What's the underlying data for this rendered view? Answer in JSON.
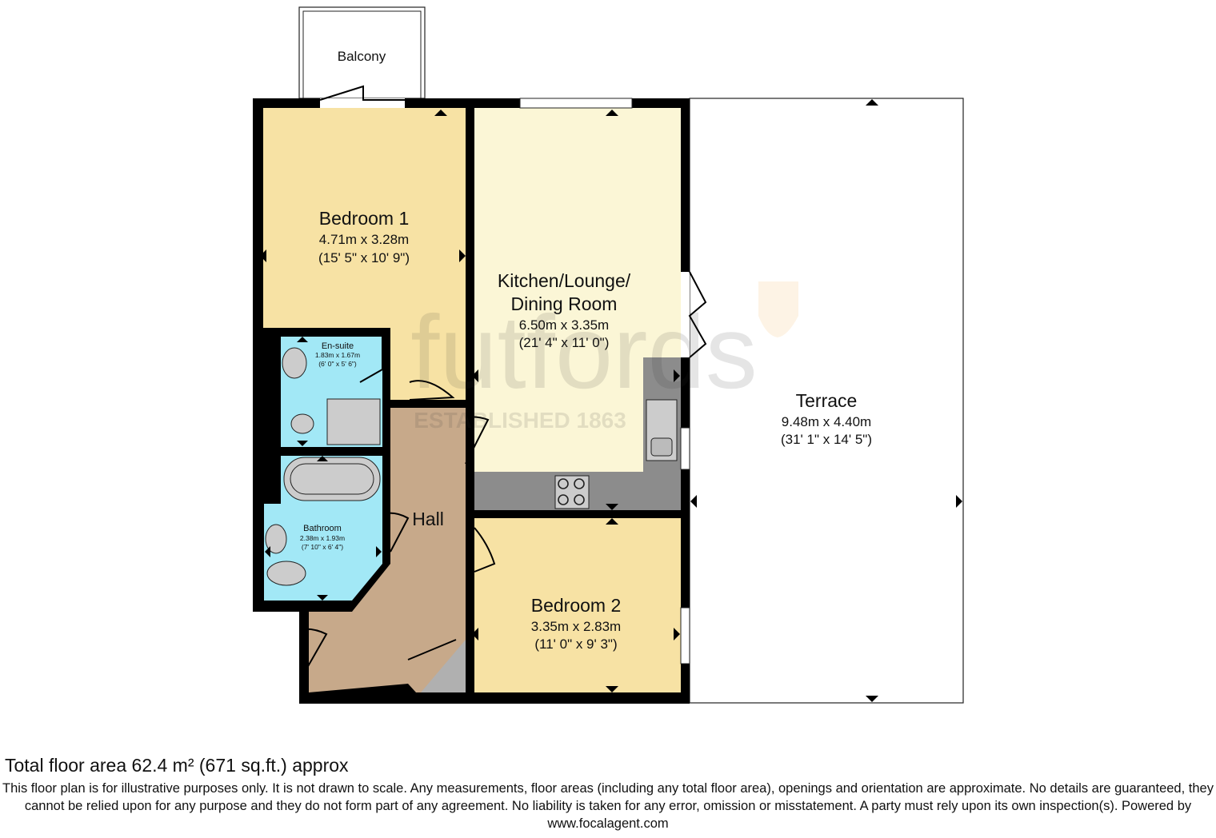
{
  "watermark": {
    "brand": "futfords",
    "tagline": "ESTABLISHED 1863"
  },
  "rooms": {
    "balcony": {
      "name": "Balcony"
    },
    "bedroom1": {
      "name": "Bedroom 1",
      "metric": "4.71m x 3.28m",
      "imperial": "(15' 5\" x 10' 9\")"
    },
    "kitchen": {
      "name_line1": "Kitchen/Lounge/",
      "name_line2": "Dining Room",
      "metric": "6.50m x 3.35m",
      "imperial": "(21' 4\" x 11' 0\")"
    },
    "terrace": {
      "name": "Terrace",
      "metric": "9.48m x 4.40m",
      "imperial": "(31' 1\" x 14' 5\")"
    },
    "ensuite": {
      "name": "En-suite",
      "metric": "1.83m x 1.67m",
      "imperial": "(6' 0\" x 5' 6\")"
    },
    "bathroom": {
      "name": "Bathroom",
      "metric": "2.38m x 1.93m",
      "imperial": "(7' 10\" x 6' 4\")"
    },
    "hall": {
      "name": "Hall"
    },
    "bedroom2": {
      "name": "Bedroom 2",
      "metric": "3.35m x 2.83m",
      "imperial": "(11' 0\" x 9' 3\")"
    }
  },
  "footer": {
    "total": "Total floor area 62.4 m² (671 sq.ft.) approx",
    "disclaimer": "This floor plan is for illustrative purposes only. It is not drawn to scale. Any measurements, floor areas (including any total floor area), openings and orientation are approximate. No details are guaranteed, they cannot be relied upon for any purpose and they do not form part of any agreement. No liability is taken for any error, omission or misstatement. A party must rely upon its own inspection(s). Powered by www.focalagent.com"
  },
  "colors": {
    "bedroom": "#f7e2a4",
    "living": "#fbf6d6",
    "wet": "#a2e8f6",
    "hall": "#c7a98a",
    "worktop": "#8c8c8c",
    "wall": "#000000"
  }
}
